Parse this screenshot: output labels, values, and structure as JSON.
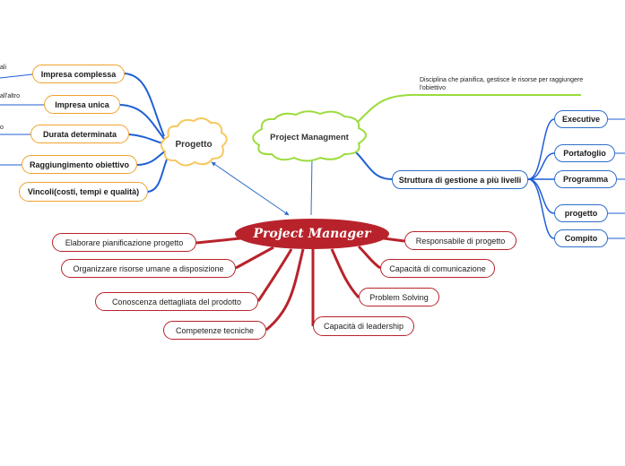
{
  "central": "Project Manager",
  "project_management": {
    "label": "Project Managment",
    "note": "Disciplina che pianifica, gestisce le risorse per raggiungere l'obiettivo"
  },
  "progetto": {
    "label": "Progetto",
    "items": [
      "Impresa complessa",
      "Impresa unica",
      "Durata determinata",
      "Raggiungimento obiettivo",
      "Vincoli(costi, tempi e qualità)"
    ],
    "edge_texts": [
      "ali",
      "all'altro",
      "o"
    ]
  },
  "struttura": {
    "label": "Struttura di gestione a più livelli",
    "items": [
      "Executive",
      "Portafoglio",
      "Programma",
      "progetto",
      "Compito"
    ]
  },
  "left_skills": [
    "Elaborare pianificazione progetto",
    "Organizzare risorse umane a disposizione",
    "Conoscenza dettagliata del prodotto",
    "Competenze tecniche"
  ],
  "right_skills": [
    "Responsabile di progetto",
    "Capacità di comunicazione",
    "Problem Solving",
    "Capacità di leadership"
  ],
  "colors": {
    "orange": "#f0a22e",
    "blue": "#2e6fc9",
    "red": "#b8232b",
    "green": "#9bdc3c",
    "cloud": "#f6c85f"
  }
}
